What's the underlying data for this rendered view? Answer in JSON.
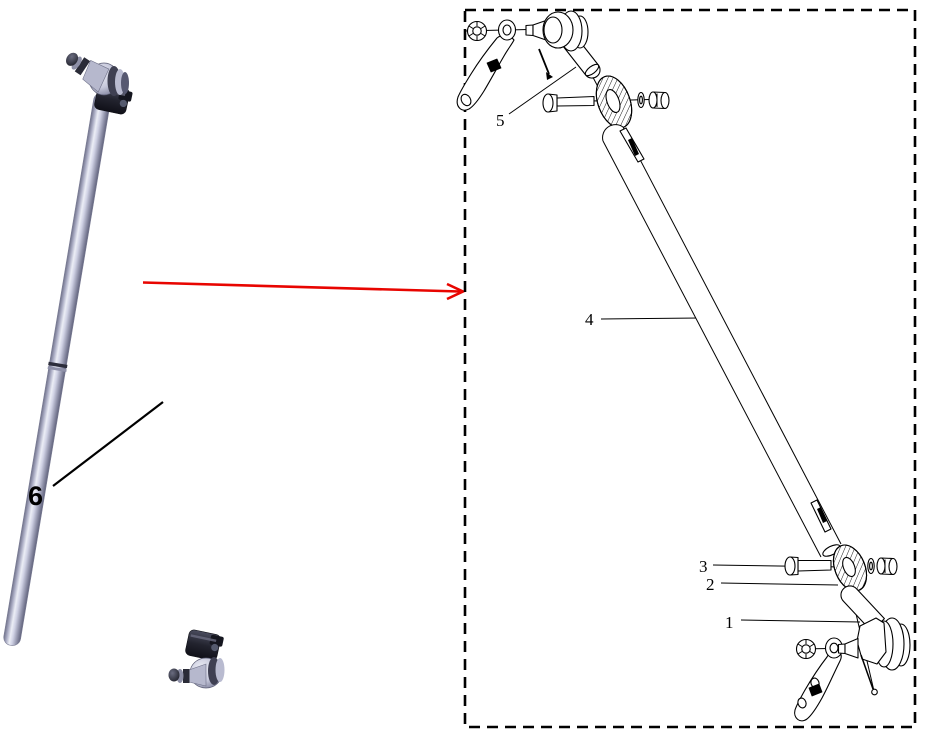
{
  "diagram": {
    "type": "exploded-parts-diagram",
    "colors": {
      "callout_arrow": "#e80500",
      "line_art": "#000000",
      "tube_fill": "#c6c8dc"
    },
    "assembled_view": {
      "callout_label": "6"
    },
    "exploded_view": {
      "callouts": [
        {
          "label": "1"
        },
        {
          "label": "2"
        },
        {
          "label": "3"
        },
        {
          "label": "4"
        },
        {
          "label": "5"
        }
      ]
    }
  }
}
